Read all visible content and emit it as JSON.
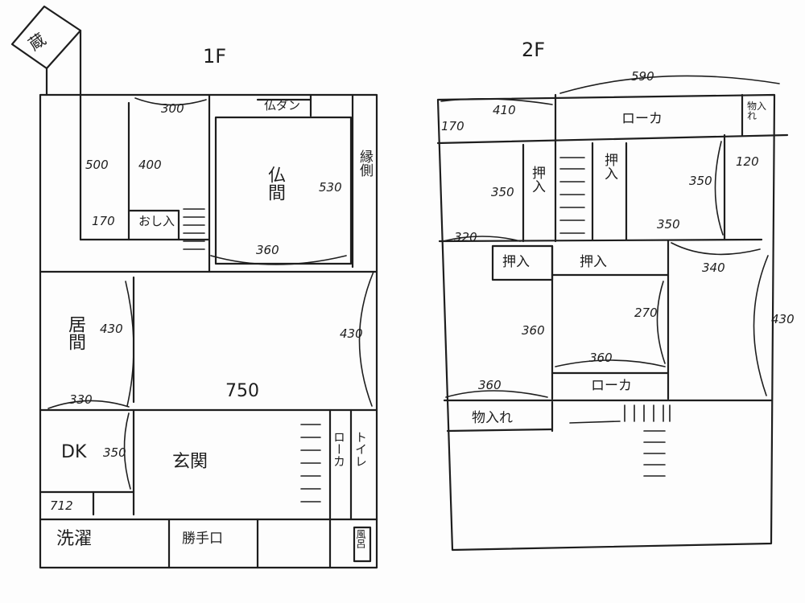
{
  "floor1": {
    "title": "1F",
    "rooms": {
      "storehouse": "蔵",
      "butsuma": "仏間",
      "butsudan": "仏ダン",
      "engawa": "縁側",
      "oshiire": "おし入",
      "ima": "居間",
      "dk": "DK",
      "genkan": "玄関",
      "roka": "ローカ",
      "toilet": "トイレ",
      "sentaku": "洗濯",
      "katteguchi": "勝手口",
      "furo": "風呂"
    },
    "dims": {
      "d300": "300",
      "d500": "500",
      "d400": "400",
      "d170": "170",
      "d530": "530",
      "d360": "360",
      "d430_left": "430",
      "d430_right": "430",
      "d750": "750",
      "d330": "330",
      "d350": "350",
      "d712": "712"
    }
  },
  "floor2": {
    "title": "2F",
    "rooms": {
      "roka_top": "ローカ",
      "monoire_top": "物入れ",
      "oshiire_a": "押入",
      "oshiire_b": "押入",
      "oshiire_c": "押入",
      "oshiire_d": "押入",
      "roka_mid": "ローカ",
      "monoire_bottom": "物入れ"
    },
    "dims": {
      "d590": "590",
      "d410": "410",
      "d170": "170",
      "d350_a": "350",
      "d350_b": "350",
      "d350_c": "350",
      "d320": "320",
      "d120": "120",
      "d340": "340",
      "d270": "270",
      "d360_a": "360",
      "d360_b": "360",
      "d430": "430"
    }
  }
}
